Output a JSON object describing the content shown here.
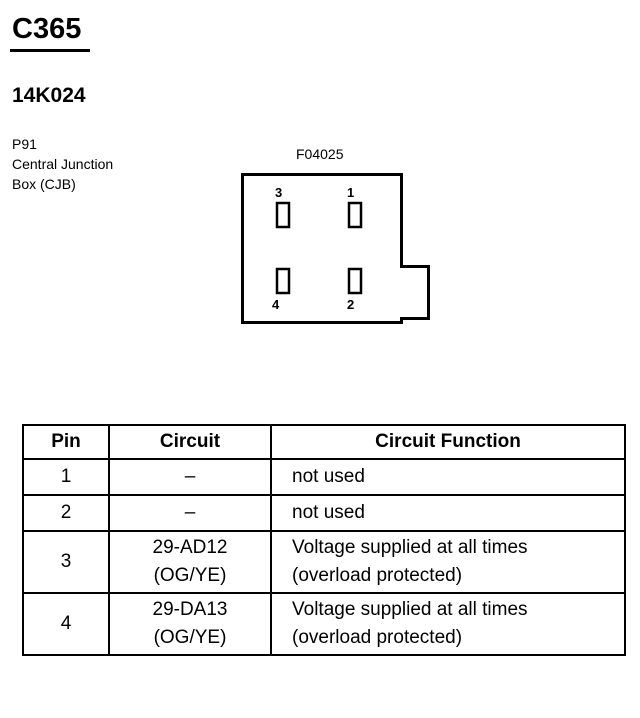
{
  "header": {
    "connector_id": "C365",
    "part_number": "14K024",
    "location_lines": [
      "P91",
      "Central Junction",
      "Box (CJB)"
    ]
  },
  "diagram": {
    "figure_id": "F04025",
    "pin_labels": [
      "3",
      "1",
      "4",
      "2"
    ]
  },
  "table": {
    "headers": [
      "Pin",
      "Circuit",
      "Circuit Function"
    ],
    "rows": [
      {
        "pin": "1",
        "circuit": [
          "–"
        ],
        "function": [
          "not used"
        ]
      },
      {
        "pin": "2",
        "circuit": [
          "–"
        ],
        "function": [
          "not used"
        ]
      },
      {
        "pin": "3",
        "circuit": [
          "29-AD12",
          "(OG/YE)"
        ],
        "function": [
          "Voltage supplied at all times",
          "(overload protected)"
        ]
      },
      {
        "pin": "4",
        "circuit": [
          "29-DA13",
          "(OG/YE)"
        ],
        "function": [
          "Voltage supplied at all times",
          "(overload protected)"
        ]
      }
    ]
  }
}
